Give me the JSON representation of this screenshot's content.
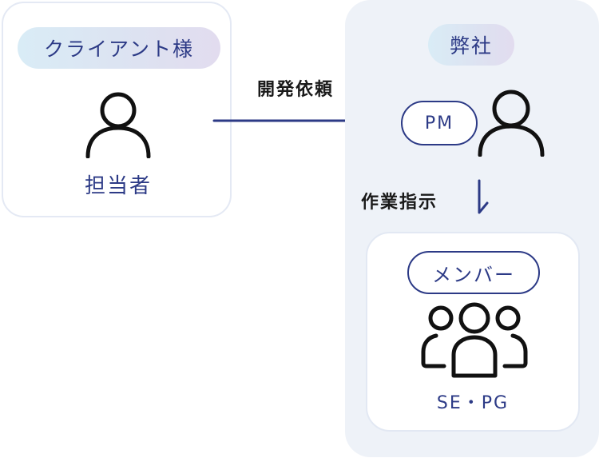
{
  "client": {
    "title": "クライアント様",
    "role": "担当者"
  },
  "request": {
    "label": "開発依頼"
  },
  "company": {
    "title": "弊社",
    "pm_label": "PM",
    "task_label": "作業指示",
    "members": {
      "title": "メンバー",
      "role": "SE・PG"
    }
  },
  "icons": {
    "person": "person-icon",
    "group": "group-icon",
    "arrow_right": "arrow-right-icon",
    "arrow_down": "arrow-down-icon"
  },
  "colors": {
    "accent": "#2c3a86",
    "panel_bg": "#eef2f8",
    "box_border": "#e4e9f4",
    "icon_stroke": "#111111"
  }
}
